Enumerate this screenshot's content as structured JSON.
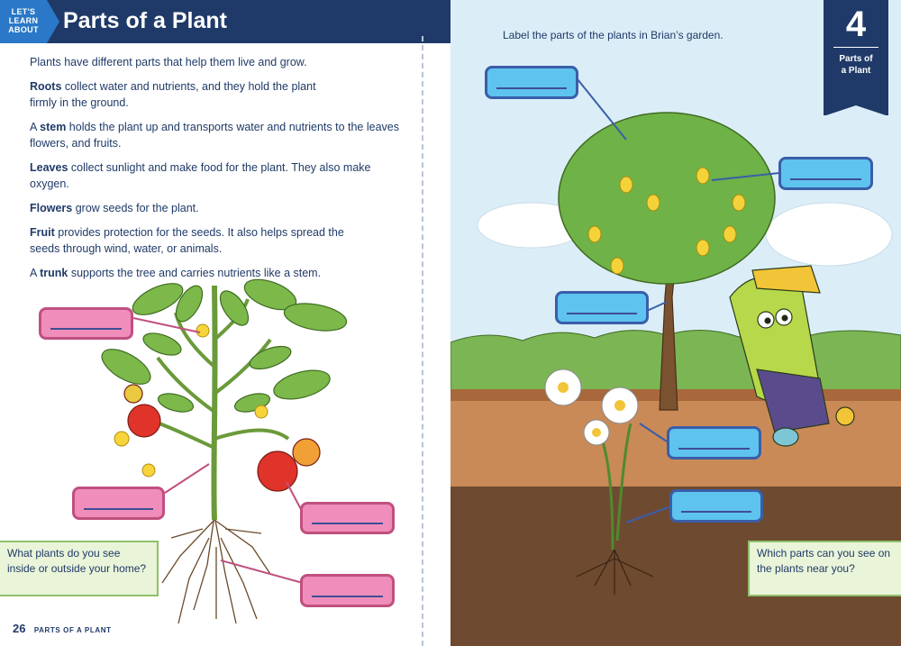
{
  "header": {
    "badge_line1": "LET'S",
    "badge_line2": "LEARN",
    "badge_line3": "ABOUT",
    "title": "Parts of a Plant"
  },
  "intro": "Plants have different parts that help them live and grow.",
  "definitions": [
    {
      "term": "Roots",
      "text": " collect water and nutrients, and they hold the plant firmly in the ground."
    },
    {
      "term": "stem",
      "prefix": "A ",
      "text": " holds the plant up and transports water and nutrients to the leaves flowers, and fruits."
    },
    {
      "term": "Leaves",
      "text": " collect sunlight and make food for the plant. They also make oxygen."
    },
    {
      "term": "Flowers",
      "text": " grow seeds for the plant."
    },
    {
      "term": "Fruit",
      "text": " provides protection for the seeds. It also helps spread the seeds through wind, water, or animals."
    },
    {
      "term": "trunk",
      "prefix": "A ",
      "text": " supports the tree and carries nutrients like a stem."
    }
  ],
  "left_callout": "What plants do you see inside or outside your home?",
  "footer": {
    "page_number": "26",
    "section": "PARTS OF A PLANT"
  },
  "right": {
    "instruction": "Label the parts of the plants in Brian’s garden.",
    "chapter_number": "4",
    "chapter_name_line1": "Parts of",
    "chapter_name_line2": "a Plant",
    "callout": "Which parts can you see on the plants near you?"
  },
  "colors": {
    "navy": "#1f3a68",
    "pink_box": "#f08dbb",
    "blue_box": "#5ec3ee",
    "callout_bg": "#e9f4d9"
  }
}
